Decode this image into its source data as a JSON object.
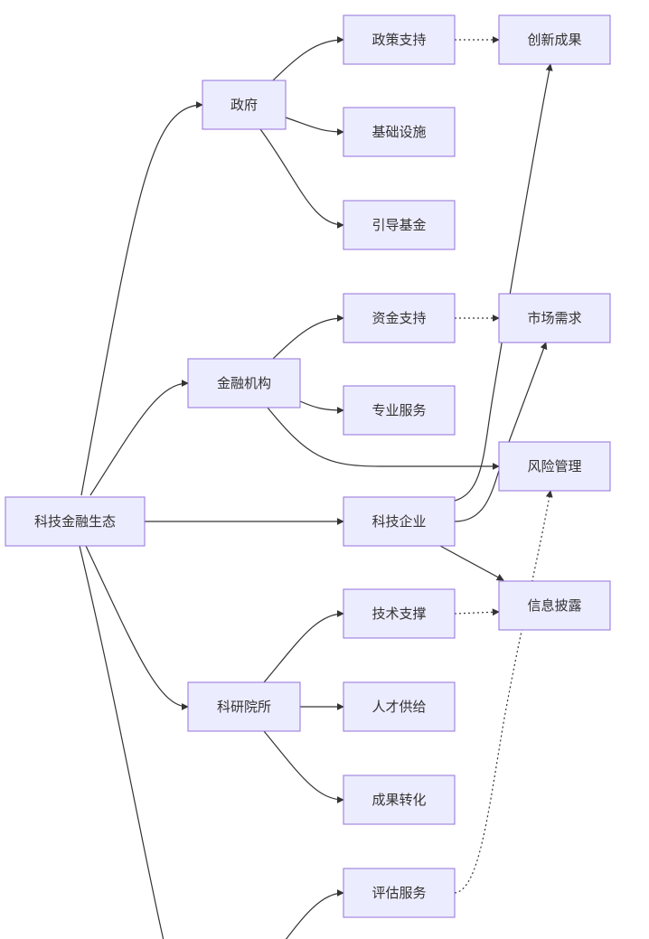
{
  "diagram": {
    "nodes": {
      "root": "科技金融生态",
      "gov": "政府",
      "fin": "金融机构",
      "tech": "科技企业",
      "res": "科研院所",
      "policy": "政策支持",
      "infra": "基础设施",
      "guide": "引导基金",
      "capital": "资金支持",
      "prof": "专业服务",
      "techsup": "技术支撑",
      "talent": "人才供给",
      "transfer": "成果转化",
      "assess": "评估服务",
      "innov": "创新成果",
      "market": "市场需求",
      "risk": "风险管理",
      "info": "信息披露"
    },
    "edges": [
      {
        "from": "root",
        "to": "gov",
        "style": "solid"
      },
      {
        "from": "root",
        "to": "fin",
        "style": "solid"
      },
      {
        "from": "root",
        "to": "tech",
        "style": "solid"
      },
      {
        "from": "root",
        "to": "res",
        "style": "solid"
      },
      {
        "from": "root",
        "to": "assess",
        "style": "solid"
      },
      {
        "from": "gov",
        "to": "policy",
        "style": "solid"
      },
      {
        "from": "gov",
        "to": "infra",
        "style": "solid"
      },
      {
        "from": "gov",
        "to": "guide",
        "style": "solid"
      },
      {
        "from": "fin",
        "to": "capital",
        "style": "solid"
      },
      {
        "from": "fin",
        "to": "prof",
        "style": "solid"
      },
      {
        "from": "fin",
        "to": "risk",
        "style": "solid"
      },
      {
        "from": "tech",
        "to": "innov",
        "style": "solid"
      },
      {
        "from": "tech",
        "to": "market",
        "style": "solid"
      },
      {
        "from": "tech",
        "to": "info",
        "style": "solid"
      },
      {
        "from": "res",
        "to": "techsup",
        "style": "solid"
      },
      {
        "from": "res",
        "to": "talent",
        "style": "solid"
      },
      {
        "from": "res",
        "to": "transfer",
        "style": "solid"
      },
      {
        "from": "policy",
        "to": "innov",
        "style": "dotted"
      },
      {
        "from": "capital",
        "to": "market",
        "style": "dotted"
      },
      {
        "from": "techsup",
        "to": "info",
        "style": "dotted"
      },
      {
        "from": "assess",
        "to": "risk",
        "style": "dotted"
      }
    ]
  },
  "colors": {
    "node_fill": "#ECECFF",
    "node_stroke": "#9370DB",
    "edge": "#333333",
    "text": "#333333"
  }
}
